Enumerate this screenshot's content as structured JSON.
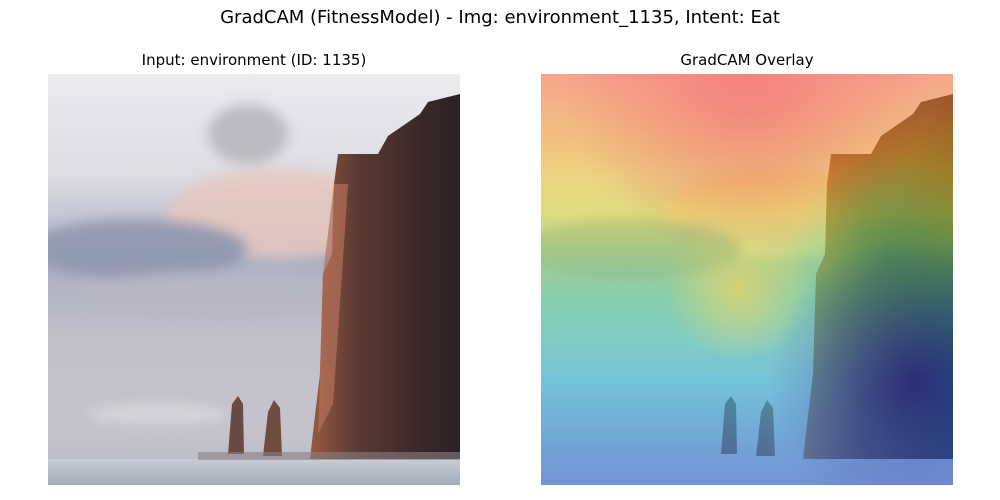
{
  "figure": {
    "suptitle": "GradCAM (FitnessModel) - Img: environment_1135, Intent: Eat"
  },
  "panels": [
    {
      "title": "Input: environment (ID: 1135)",
      "image": "photo of a tall sea cliff with two rock stacks under a cloudy sky"
    },
    {
      "title": "GradCAM Overlay",
      "image": "same photo with jet-colormap heatmap overlay; warm (red) at top center, cool (blue) at bottom right"
    }
  ]
}
